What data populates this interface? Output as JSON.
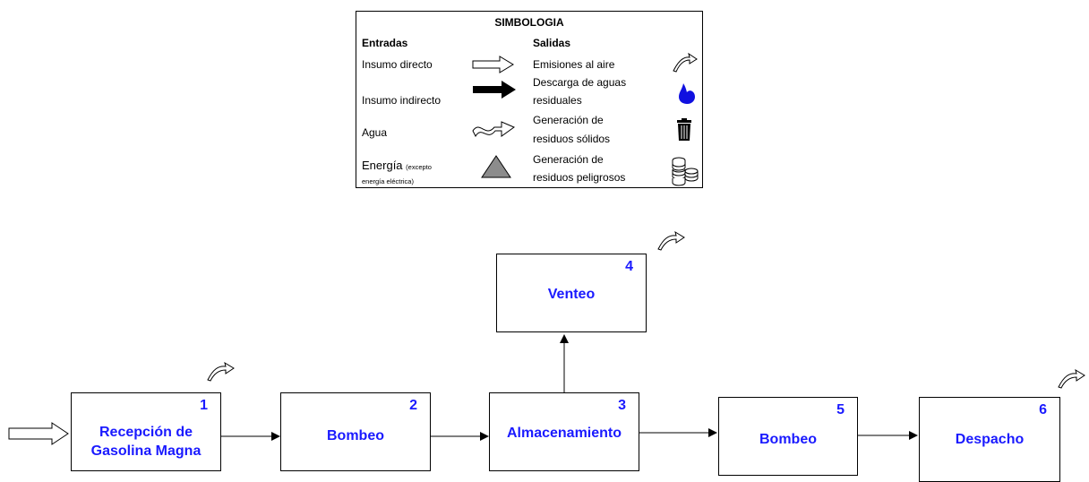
{
  "legend": {
    "title": "SIMBOLOGIA",
    "entradas_header": "Entradas",
    "salidas_header": "Salidas",
    "inputs": [
      {
        "label": "Insumo directo",
        "icon": "hollow-arrow-icon"
      },
      {
        "label": "Insumo indirecto",
        "icon": "solid-arrow-icon"
      },
      {
        "label": "Agua",
        "icon": "wavy-arrow-icon"
      },
      {
        "label": "Energía",
        "note_line1": "(excepto",
        "note_line2": "energía eléctrica)",
        "icon": "gray-triangle-icon"
      }
    ],
    "outputs": [
      {
        "line1": "Emisiones al aire",
        "line2": "",
        "icon": "curved-arrow-icon"
      },
      {
        "line1": "Descarga de aguas",
        "line2": "residuales",
        "icon": "water-drop-icon"
      },
      {
        "line1": "Generación de",
        "line2": "residuos sólidos",
        "icon": "trash-bin-icon"
      },
      {
        "line1": "Generación de",
        "line2": "residuos peligrosos",
        "icon": "barrels-icon"
      }
    ]
  },
  "processes": [
    {
      "id": "1",
      "line1": "Recepción de",
      "line2": "Gasolina Magna"
    },
    {
      "id": "2",
      "line1": "Bombeo",
      "line2": ""
    },
    {
      "id": "3",
      "line1": "Almacenamiento",
      "line2": ""
    },
    {
      "id": "4",
      "line1": "Venteo",
      "line2": ""
    },
    {
      "id": "5",
      "line1": "Bombeo",
      "line2": ""
    },
    {
      "id": "6",
      "line1": "Despacho",
      "line2": ""
    }
  ],
  "colors": {
    "label_color": "#1a1aff",
    "drop_color": "#1010e0",
    "triangle_color": "#8c8c8c"
  }
}
